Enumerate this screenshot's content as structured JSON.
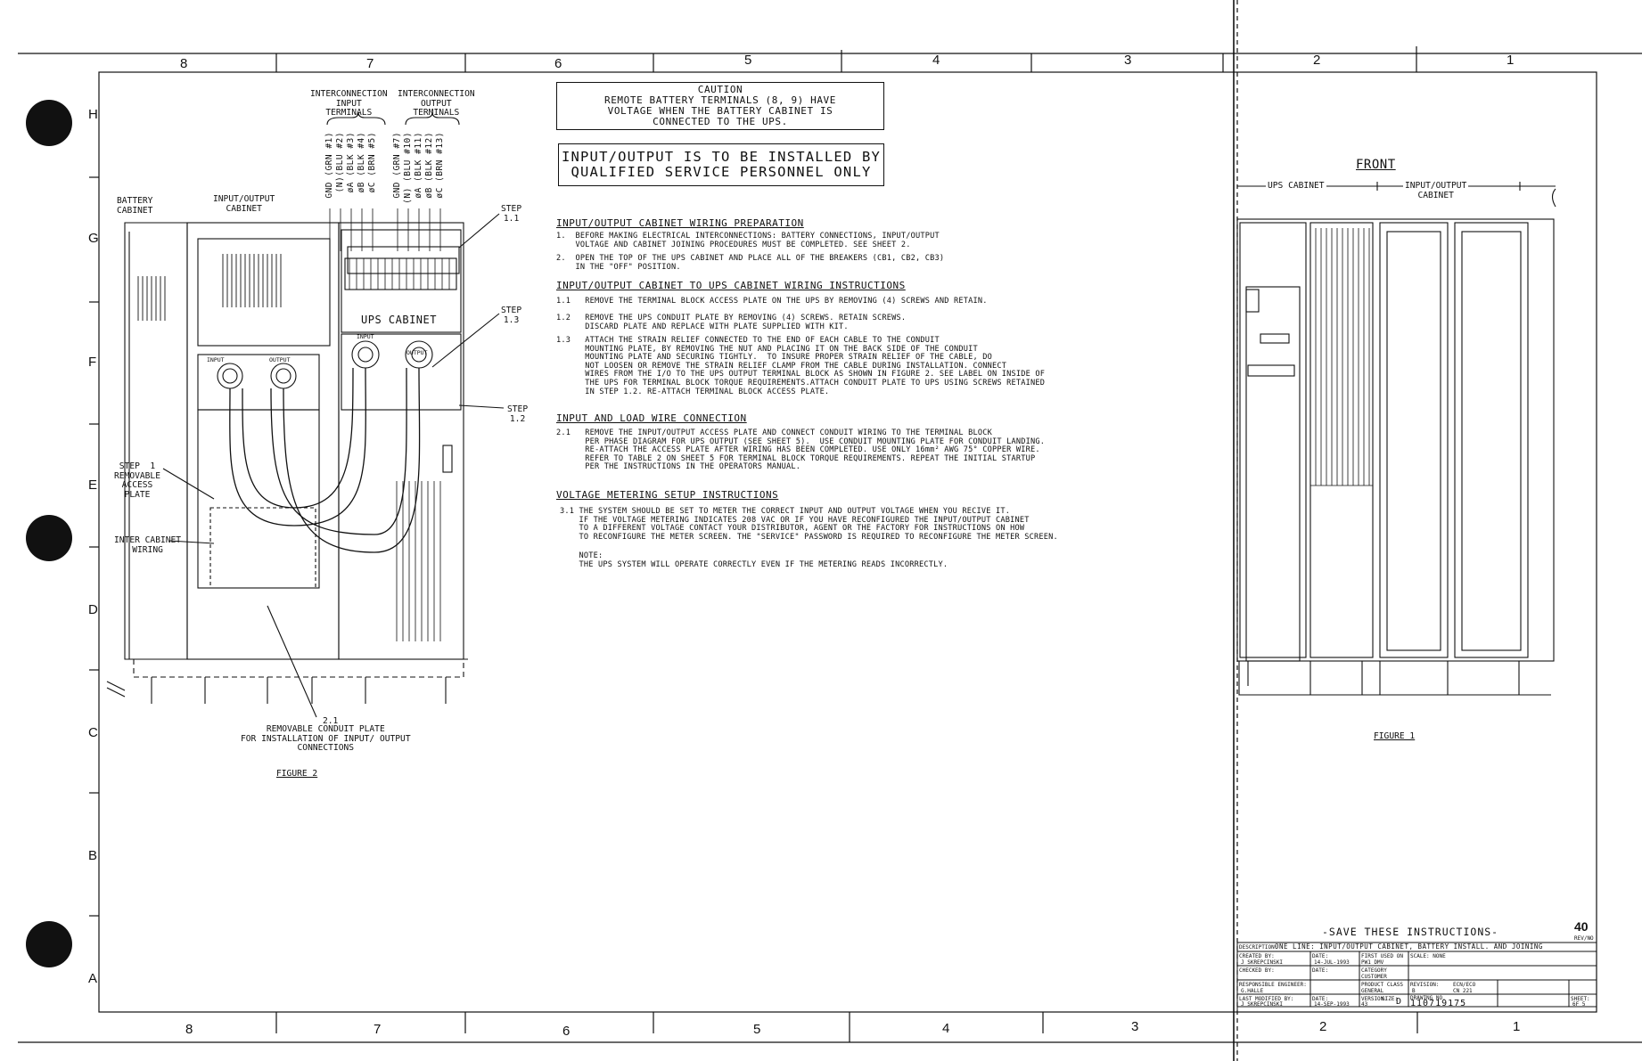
{
  "zones": {
    "top": [
      "8",
      "7",
      "6",
      "5",
      "4",
      "3",
      "2",
      "1"
    ],
    "bottom": [
      "8",
      "7",
      "6",
      "5",
      "4",
      "3",
      "2",
      "1"
    ],
    "left": [
      "H",
      "G",
      "F",
      "E",
      "D",
      "C",
      "B",
      "A"
    ]
  },
  "figure2": {
    "terminal_header_input": "INTERCONNECTION\nINPUT\nTERMINALS",
    "terminal_header_output": "INTERCONNECTION\nOUTPUT\nTERMINALS",
    "wires": [
      "GND (GRN #1)",
      "(N)(BLU #2)",
      "øA (BLK #3)",
      "øB (BLK #4)",
      "øC (BRN #5)",
      "GND (GRN #7)",
      "(N) (BLU #10)",
      "øA (BLK #11)",
      "øB (BLK #12)",
      "øC (BRN #13)"
    ],
    "battery_cabinet": "BATTERY\nCABINET",
    "io_cabinet": "INPUT/OUTPUT\nCABINET",
    "ups_cabinet": "UPS CABINET",
    "input": "INPUT",
    "output": "OUTPUT",
    "step_1_1": "STEP\n1.1",
    "step_1_3": "STEP\n1.3",
    "step_1_2": "STEP\n1.2",
    "step_1": "STEP  1\nREMOVABLE\nACCESS\nPLATE",
    "inter_cabinet": "INTER CABINET\nWIRING",
    "plate_ref": "2.1",
    "conduit_plate": "REMOVABLE CONDUIT PLATE\nFOR INSTALLATION OF INPUT/ OUTPUT\nCONNECTIONS",
    "caption": "FIGURE 2"
  },
  "caution": "CAUTION\nREMOTE BATTERY TERMINALS (8, 9) HAVE\nVOLTAGE WHEN THE BATTERY CABINET IS\nCONNECTED TO THE UPS.",
  "qualified": "INPUT/OUTPUT IS TO BE INSTALLED BY\nQUALIFIED SERVICE PERSONNEL ONLY",
  "sections": [
    {
      "heading": "INPUT/OUTPUT CABINET WIRING PREPARATION",
      "items": [
        "1.  BEFORE MAKING ELECTRICAL INTERCONNECTIONS: BATTERY CONNECTIONS, INPUT/OUTPUT\n    VOLTAGE AND CABINET JOINING PROCEDURES MUST BE COMPLETED. SEE SHEET 2.",
        "2.  OPEN THE TOP OF THE UPS CABINET AND PLACE ALL OF THE BREAKERS (CB1, CB2, CB3)\n    IN THE \"OFF\" POSITION."
      ]
    },
    {
      "heading": "INPUT/OUTPUT CABINET TO UPS CABINET WIRING INSTRUCTIONS",
      "items": [
        "1.1   REMOVE THE TERMINAL BLOCK ACCESS PLATE ON THE UPS BY REMOVING (4) SCREWS AND RETAIN.",
        "1.2   REMOVE THE UPS CONDUIT PLATE BY REMOVING (4) SCREWS. RETAIN SCREWS.\n      DISCARD PLATE AND REPLACE WITH PLATE SUPPLIED WITH KIT.",
        "1.3   ATTACH THE STRAIN RELIEF CONNECTED TO THE END OF EACH CABLE TO THE CONDUIT\n      MOUNTING PLATE, BY REMOVING THE NUT AND PLACING IT ON THE BACK SIDE OF THE CONDUIT\n      MOUNTING PLATE AND SECURING TIGHTLY.  TO INSURE PROPER STRAIN RELIEF OF THE CABLE, DO\n      NOT LOOSEN OR REMOVE THE STRAIN RELIEF CLAMP FROM THE CABLE DURING INSTALLATION. CONNECT\n      WIRES FROM THE I/O TO THE UPS OUTPUT TERMINAL BLOCK AS SHOWN IN FIGURE 2. SEE LABEL ON INSIDE OF\n      THE UPS FOR TERMINAL BLOCK TORQUE REQUIREMENTS.ATTACH CONDUIT PLATE TO UPS USING SCREWS RETAINED\n      IN STEP 1.2. RE-ATTACH TERMINAL BLOCK ACCESS PLATE."
      ]
    },
    {
      "heading": "INPUT AND LOAD WIRE CONNECTION",
      "items": [
        "2.1   REMOVE THE INPUT/OUTPUT ACCESS PLATE AND CONNECT CONDUIT WIRING TO THE TERMINAL BLOCK\n      PER PHASE DIAGRAM FOR UPS OUTPUT (SEE SHEET 5).  USE CONDUIT MOUNTING PLATE FOR CONDUIT LANDING.\n      RE-ATTACH THE ACCESS PLATE AFTER WIRING HAS BEEN COMPLETED. USE ONLY 16mm² AWG 75° COPPER WIRE.\n      REFER TO TABLE 2 ON SHEET 5 FOR TERMINAL BLOCK TORQUE REQUIREMENTS. REPEAT THE INITIAL STARTUP\n      PER THE INSTRUCTIONS IN THE OPERATORS MANUAL."
      ]
    },
    {
      "heading": "VOLTAGE METERING SETUP INSTRUCTIONS",
      "items": [
        "3.1 THE SYSTEM SHOULD BE SET TO METER THE CORRECT INPUT AND OUTPUT VOLTAGE WHEN YOU RECIVE IT.\n    IF THE VOLTAGE METERING INDICATES 208 VAC OR IF YOU HAVE RECONFIGURED THE INPUT/OUTPUT CABINET\n    TO A DIFFERENT VOLTAGE CONTACT YOUR DISTRIBUTOR, AGENT OR THE FACTORY FOR INSTRUCTIONS ON HOW\n    TO RECONFIGURE THE METER SCREEN. THE \"SERVICE\" PASSWORD IS REQUIRED TO RECONFIGURE THE METER SCREEN.",
        "    NOTE:\n    THE UPS SYSTEM WILL OPERATE CORRECTLY EVEN IF THE METERING READS INCORRECTLY."
      ]
    }
  ],
  "figure1": {
    "front": "FRONT",
    "ups_cabinet": "UPS CABINET",
    "io_cabinet": "INPUT/OUTPUT\nCABINET",
    "caption": "FIGURE 1"
  },
  "title_block": {
    "save": "-SAVE THESE INSTRUCTIONS-",
    "page_number": "40",
    "revision_label": "REV/NO",
    "description_label": "DESCRIPTION:",
    "description": "ONE LINE: INPUT/OUTPUT CABINET, BATTERY INSTALL. AND JOINING",
    "created_by_label": "CREATED BY:",
    "created_by": "J SKREPCINSKI",
    "date_label": "DATE:",
    "created_date": "14-JUL-1993",
    "checked_by_label": "CHECKED BY:",
    "first_used_label": "FIRST USED ON",
    "first_used": "PW1 DMV",
    "category_label": "CATEGORY",
    "category": "CUSTOMER",
    "scale_label": "SCALE: NONE",
    "responsible_label": "RESPONSIBLE ENGINEER:",
    "responsible": "G.HALLE",
    "product_class_label": "PRODUCT CLASS",
    "product_class": "GENERAL",
    "revision_field_label": "REVISION:",
    "revision": "B",
    "ecn_label": "ECN/ECO",
    "ecn": "CN 221",
    "last_modified_label": "LAST MODIFIED BY:",
    "last_modified": "J SKREPCINSKI",
    "modified_date": "14-SEP-1993",
    "version_label": "VERSION:",
    "version": "43",
    "size_label": "SIZE:",
    "size": "D",
    "drawing_label": "DRAWING NO.",
    "drawing_no": "110719175",
    "sheet_label": "SHEET:",
    "sheet": "6F 5"
  }
}
